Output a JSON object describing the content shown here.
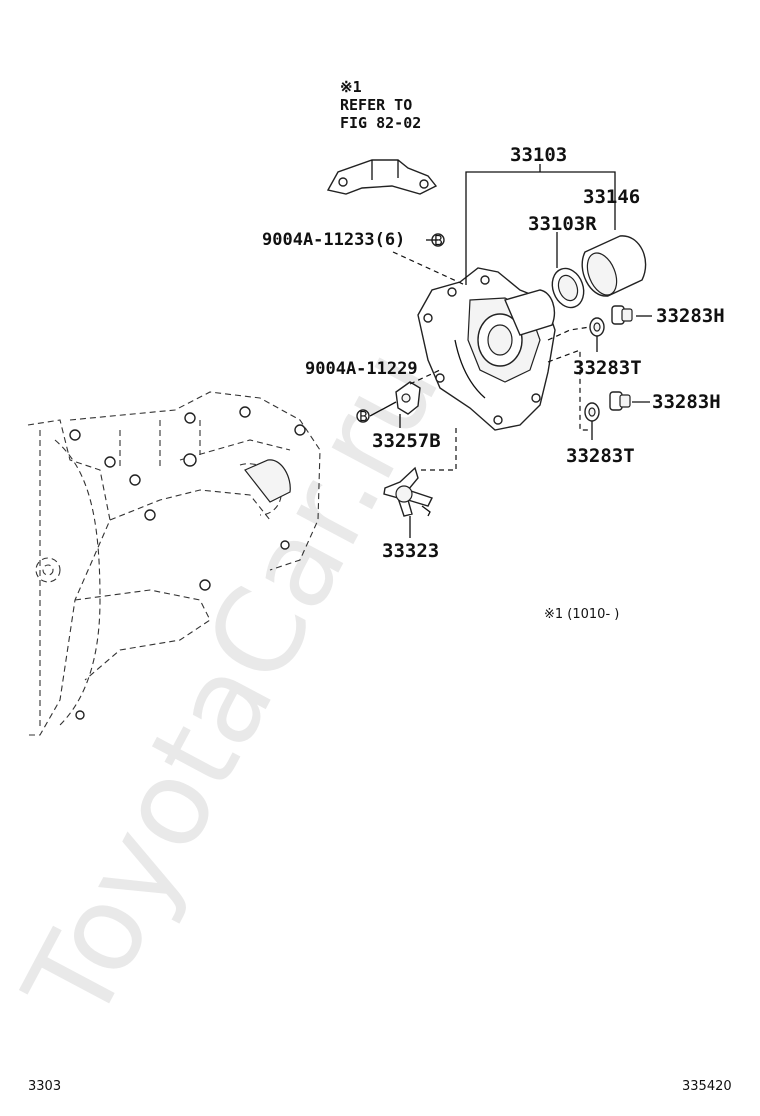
{
  "watermark": "ToyotaCar.ru",
  "note": {
    "mark": "※1",
    "line1": "REFER TO",
    "line2": "FIG 82-02",
    "legend": "※1 (1010-  )"
  },
  "labels": {
    "assy": "33103",
    "p33146": "33146",
    "p33103R": "33103R",
    "bolt6": "9004A-11233(6)",
    "bolt1": "9004A-11229",
    "p33257B": "33257B",
    "p33323": "33323",
    "plug_upper": "33283H",
    "gasket_upper": "33283T",
    "plug_lower": "33283H",
    "gasket_lower": "33283T",
    "b_mark": "B"
  },
  "footer": {
    "left": "3303",
    "right": "335420"
  }
}
